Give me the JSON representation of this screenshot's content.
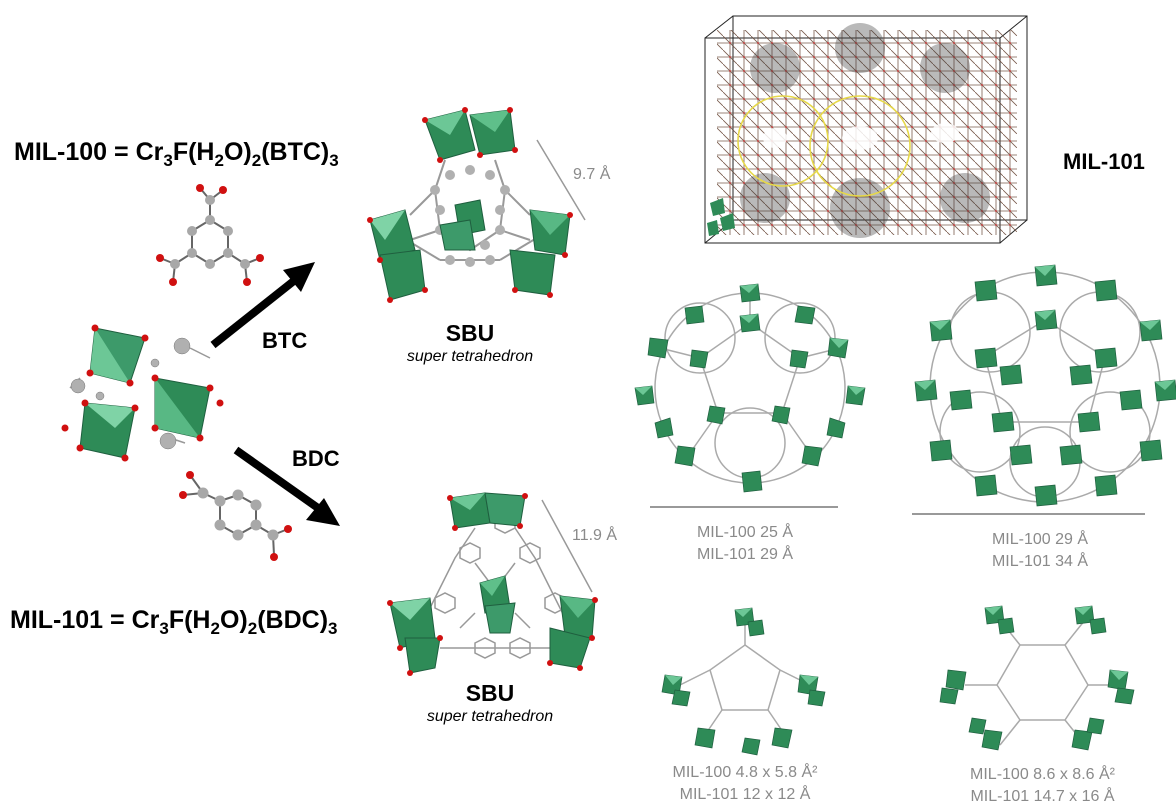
{
  "formulas": {
    "mil100": {
      "prefix": "MIL-100 = Cr",
      "s1": "3",
      "mid1": "F(H",
      "s2": "2",
      "mid2": "O)",
      "s3": "2",
      "mid3": "(BTC)",
      "s4": "3"
    },
    "mil101": {
      "prefix": "MIL-101  = Cr",
      "s1": "3",
      "mid1": "F(H",
      "s2": "2",
      "mid2": "O)",
      "s3": "2",
      "mid3": "(BDC)",
      "s4": "3"
    }
  },
  "arrows": {
    "top_label": "BTC",
    "bottom_label": "BDC"
  },
  "sbu_top": {
    "title": "SBU",
    "subtitle": "super tetrahedron",
    "dimension": "9.7 Å"
  },
  "sbu_bottom": {
    "title": "SBU",
    "subtitle": "super tetrahedron",
    "dimension": "11.9 Å"
  },
  "unit_cell_label": "MIL-101",
  "cages": {
    "small": {
      "line1": "MIL-100 25 Å",
      "line2": "MIL-101 29 Å"
    },
    "large": {
      "line1": "MIL-100 29 Å",
      "line2": "MIL-101 34 Å"
    }
  },
  "windows": {
    "pentagonal": {
      "line1": "MIL-100 4.8 x 5.8 Å²",
      "line2": "MIL-101 12 x 12 Å"
    },
    "hexagonal": {
      "line1": "MIL-100 8.6 x 8.6 Å²",
      "line2": "MIL-101 14.7 x 16 Å"
    }
  },
  "colors": {
    "polyhedron": "#2e8b57",
    "polyhedron_light": "#5fbf8a",
    "oxygen": "#d01010",
    "carbon": "#a8a8a8",
    "ring": "#e6d84a",
    "caption": "#8a8a8a"
  }
}
